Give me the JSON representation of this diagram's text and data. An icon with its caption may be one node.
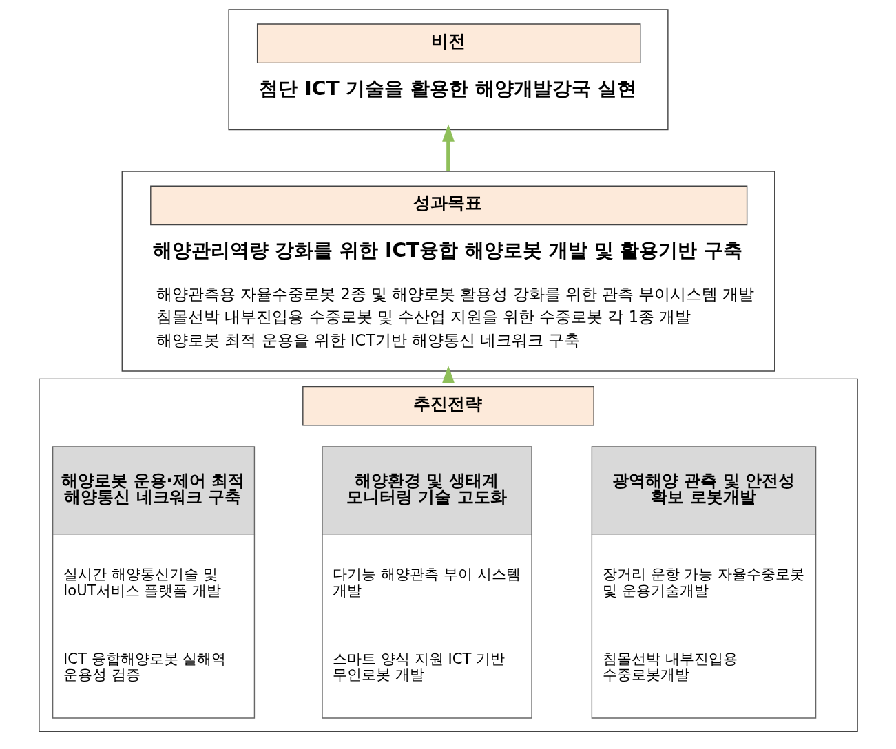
{
  "diagram": {
    "nodes": [
      {
        "text": [
          "비전",
          "첨단 ICT 기술을 활용한 해양개발강국 실현"
        ]
      },
      {
        "text": [
          "성과목표",
          "해양관리역량 강화를 위한 ICT융합 해양로봇 개발 및 활용기반 구축",
          "해양관측용 자율수중로봇 2종 및 해양로봇 활용성 강화를 위한 관측 부이시스템 개발",
          "침몰선박 내부진입용 수중로봇 및 수산업 지원을 위한 수중로봇 각 1종 개발",
          "해양로봇 최적 운용을 위한 ICT기반 해양통신 네크워크 구축"
        ]
      },
      {
        "text": [
          "추진전략"
        ]
      },
      {
        "text": [
          "해양로봇 운용·제어 최적 해양통신 네크워크 구축",
          "실시간 해양통신기술 및 IoUT서비스 플랫폼 개발",
          "ICT 융합해양로봇 실해역 운용성 검증"
        ],
        "in": 2
      },
      {
        "text": [
          "해양환경 및 생태계 모니터링 기술 고도화",
          "다기능 해양관측 부이 시스템 개발",
          "스마트 양식 지원 ICT 기반 무인로봇 개발"
        ],
        "in": 2
      },
      {
        "text": [
          "광역해양 관측 및 안전성 확보 로봇개발",
          "장거리 운항 가능 자율수중로봇 및 운용기술개발",
          "침몰선박 내부진입용 수중로봇개발"
        ],
        "in": 2
      }
    ],
    "edges": [
      {
        "from": 1,
        "to": 0,
        "arrow": "to"
      },
      {
        "from": 2,
        "to": 1,
        "arrow": "to"
      }
    ]
  }
}
